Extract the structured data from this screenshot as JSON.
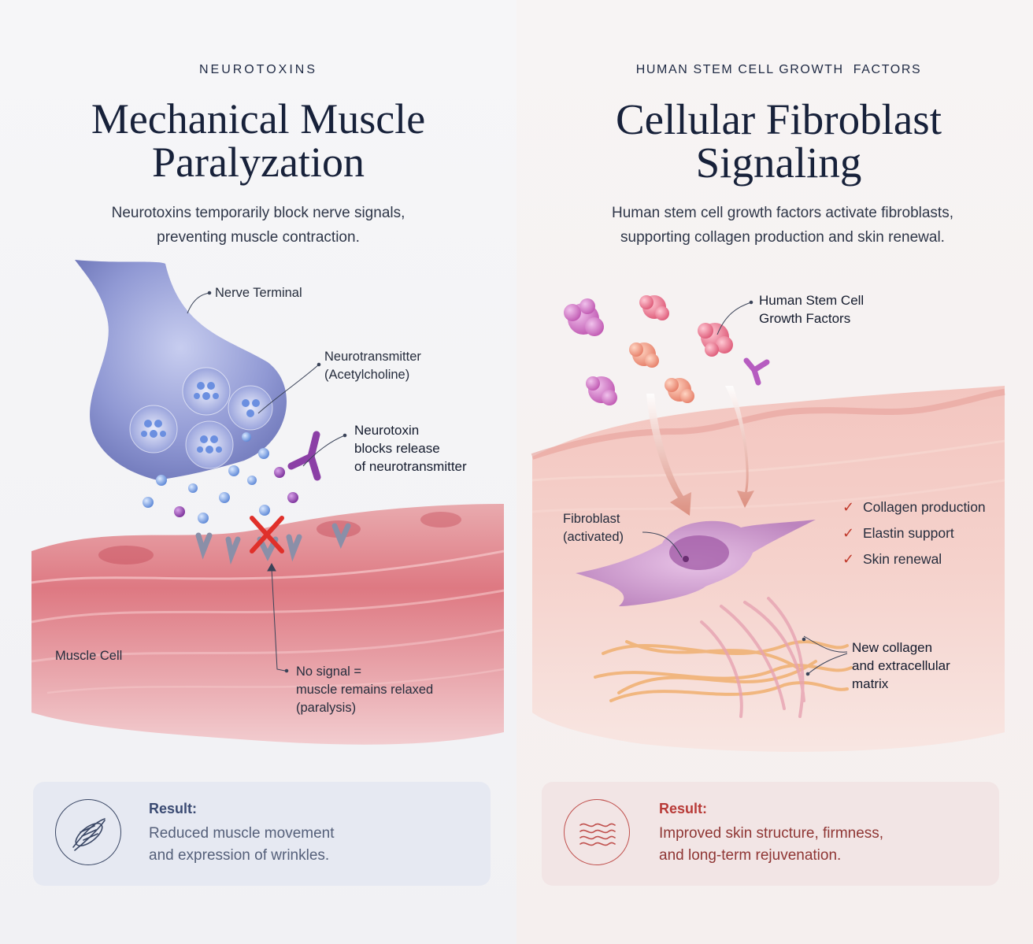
{
  "left": {
    "kicker": "NEUROTOXINS",
    "title_line1": "Mechanical Muscle",
    "title_line2": "Paralyzation",
    "subtitle_line1": "Neurotoxins temporarily block nerve signals,",
    "subtitle_line2": "preventing muscle contraction.",
    "labels": {
      "nerve_terminal": "Nerve Terminal",
      "neurotransmitter_line1": "Neurotransmitter",
      "neurotransmitter_line2": "(Acetylcholine)",
      "neurotoxin_line1": "Neurotoxin",
      "neurotoxin_line2": "blocks release",
      "neurotoxin_line3": "of neurotransmitter",
      "muscle_cell": "Muscle Cell",
      "no_signal_line1": "No signal =",
      "no_signal_line2": "muscle remains relaxed",
      "no_signal_line3": "(paralysis)"
    },
    "result": {
      "heading": "Result:",
      "line1": "Reduced muscle movement",
      "line2": "and expression of wrinkles.",
      "icon": "muscle-fiber-icon"
    },
    "colors": {
      "nerve": "#7f88c9",
      "muscle": "#e0707a",
      "toxin": "#8b3fa6",
      "block_x": "#e0302a"
    }
  },
  "right": {
    "kicker": "HUMAN STEM CELL GROWTH  FACTORS",
    "title_line1": "Cellular Fibroblast",
    "title_line2": "Signaling",
    "subtitle_line1": "Human stem cell growth factors activate fibroblasts,",
    "subtitle_line2": "supporting collagen production and skin renewal.",
    "labels": {
      "growth_factors_line1": "Human Stem Cell",
      "growth_factors_line2": "Growth Factors",
      "fibroblast_line1": "Fibroblast",
      "fibroblast_line2": "(activated)",
      "collagen_line1": "New collagen",
      "collagen_line2": "and extracellular",
      "collagen_line3": "matrix"
    },
    "checklist": [
      "Collagen production",
      "Elastin support",
      "Skin renewal"
    ],
    "result": {
      "heading": "Result:",
      "line1": "Improved skin structure, firmness,",
      "line2": "and long-term rejuvenation.",
      "icon": "skin-waves-icon"
    },
    "colors": {
      "skin": "#f2b8b4",
      "fibroblast": "#c890c8",
      "collagen": "#f0b070",
      "accent": "#c0392b"
    }
  }
}
